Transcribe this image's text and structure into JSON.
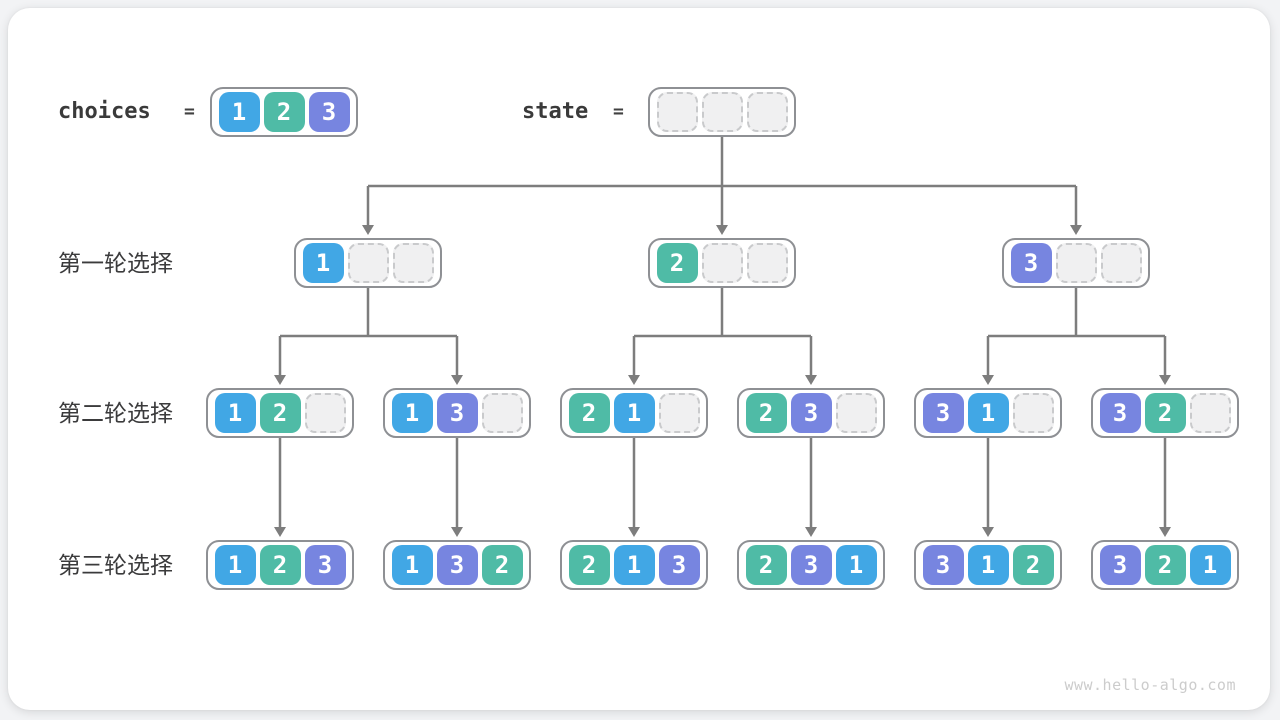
{
  "header": {
    "choices_label": "choices",
    "state_label": "state",
    "equals": "=",
    "choices_values": [
      1,
      2,
      3
    ],
    "state_values": [
      null,
      null,
      null
    ]
  },
  "rows": [
    {
      "label": "第一轮选择",
      "nodes": [
        [
          1,
          null,
          null
        ],
        [
          2,
          null,
          null
        ],
        [
          3,
          null,
          null
        ]
      ]
    },
    {
      "label": "第二轮选择",
      "nodes": [
        [
          1,
          2,
          null
        ],
        [
          1,
          3,
          null
        ],
        [
          2,
          1,
          null
        ],
        [
          2,
          3,
          null
        ],
        [
          3,
          1,
          null
        ],
        [
          3,
          2,
          null
        ]
      ]
    },
    {
      "label": "第三轮选择",
      "nodes": [
        [
          1,
          2,
          3
        ],
        [
          1,
          3,
          2
        ],
        [
          2,
          1,
          3
        ],
        [
          2,
          3,
          1
        ],
        [
          3,
          1,
          2
        ],
        [
          3,
          2,
          1
        ]
      ]
    }
  ],
  "watermark": "www.hello-algo.com",
  "colors": {
    "1": "#41a7e5",
    "2": "#4fbba6",
    "3": "#7785e0",
    "arrow": "#7d7d7d",
    "node_border": "#8e9094"
  }
}
